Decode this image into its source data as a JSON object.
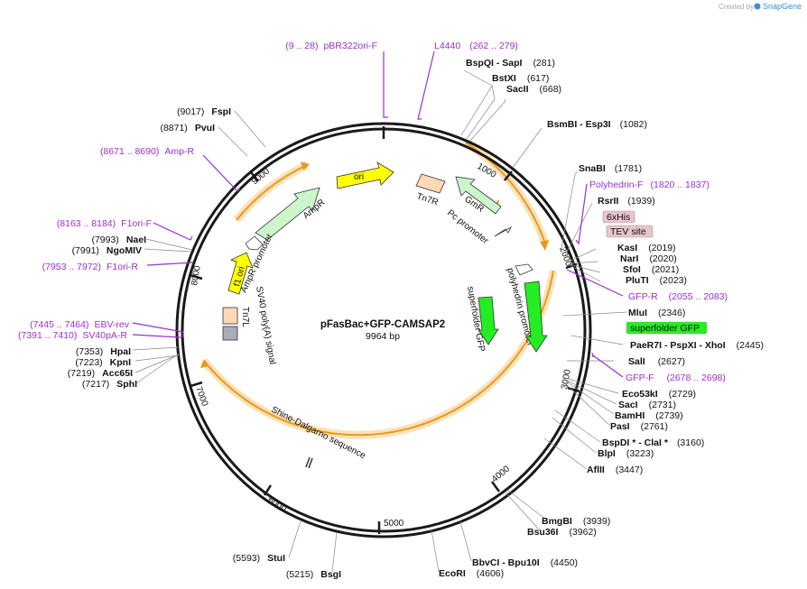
{
  "header": {
    "credit_prefix": "Created by",
    "credit_brand": "SnapGene"
  },
  "plasmid": {
    "name": "pFasBac+GFP-CAMSAP2",
    "length": "9964 bp",
    "length_bp": 9964
  },
  "ticks": [
    "1000",
    "2000",
    "3000",
    "4000",
    "5000",
    "6000",
    "7000",
    "8000",
    "9000"
  ],
  "enzymes": [
    {
      "name": "BspQI - SapI",
      "pos": "(281)"
    },
    {
      "name": "BstXI",
      "pos": "(617)"
    },
    {
      "name": "SacII",
      "pos": "(668)"
    },
    {
      "name": "BsmBI - Esp3I",
      "pos": "(1082)"
    },
    {
      "name": "SnaBI",
      "pos": "(1781)"
    },
    {
      "name": "RsrII",
      "pos": "(1939)"
    },
    {
      "name": "KasI",
      "pos": "(2019)"
    },
    {
      "name": "NarI",
      "pos": "(2020)"
    },
    {
      "name": "SfoI",
      "pos": "(2021)"
    },
    {
      "name": "PluTI",
      "pos": "(2023)"
    },
    {
      "name": "MluI",
      "pos": "(2346)"
    },
    {
      "name": "PaeR7I - PspXI - XhoI",
      "pos": "(2445)"
    },
    {
      "name": "SalI",
      "pos": "(2627)"
    },
    {
      "name": "Eco53kI",
      "pos": "(2729)"
    },
    {
      "name": "SacI",
      "pos": "(2731)"
    },
    {
      "name": "BamHI",
      "pos": "(2739)"
    },
    {
      "name": "PasI",
      "pos": "(2761)"
    },
    {
      "name": "BspDI * - ClaI *",
      "pos": "(3160)"
    },
    {
      "name": "BlpI",
      "pos": "(3223)"
    },
    {
      "name": "AflII",
      "pos": "(3447)"
    },
    {
      "name": "BmgBI",
      "pos": "(3939)"
    },
    {
      "name": "Bsu36I",
      "pos": "(3962)"
    },
    {
      "name": "BbvCI - Bpu10I",
      "pos": "(4450)"
    },
    {
      "name": "EcoRI",
      "pos": "(4606)"
    },
    {
      "name": "BsgI",
      "pos": "(5215)"
    },
    {
      "name": "StuI",
      "pos": "(5593)"
    },
    {
      "name": "SphI",
      "pos": "(7217)"
    },
    {
      "name": "Acc65I",
      "pos": "(7219)"
    },
    {
      "name": "KpnI",
      "pos": "(7223)"
    },
    {
      "name": "HpaI",
      "pos": "(7353)"
    },
    {
      "name": "NgoMIV",
      "pos": "(7991)"
    },
    {
      "name": "NaeI",
      "pos": "(7993)"
    },
    {
      "name": "PvuI",
      "pos": "(8871)"
    },
    {
      "name": "FspI",
      "pos": "(9017)"
    }
  ],
  "primers": [
    {
      "name": "pBR322ori-F",
      "range": "(9 .. 28)"
    },
    {
      "name": "L4440",
      "range": "(262 .. 279)"
    },
    {
      "name": "Polyhedrin-F",
      "range": "(1820 .. 1837)"
    },
    {
      "name": "GFP-R",
      "range": "(2055 .. 2083)"
    },
    {
      "name": "GFP-F",
      "range": "(2678 .. 2698)"
    },
    {
      "name": "Amp-R",
      "range": "(8671 .. 8690)"
    },
    {
      "name": "F1ori-F",
      "range": "(8163 .. 8184)"
    },
    {
      "name": "F1ori-R",
      "range": "(7953 .. 7972)"
    },
    {
      "name": "EBV-rev",
      "range": "(7445 .. 7464)"
    },
    {
      "name": "SV40pA-R",
      "range": "(7391 .. 7410)"
    }
  ],
  "boxed_labels": [
    {
      "name": "6xHis",
      "color": "#e8c4cc"
    },
    {
      "name": "TEV site",
      "color": "#e8c4cc"
    },
    {
      "name": "superfolder GFP",
      "color": "#22ee22"
    }
  ],
  "features": [
    {
      "name": "ori",
      "color": "#ffff00"
    },
    {
      "name": "Tn7R",
      "color": "#fdd9b5"
    },
    {
      "name": "GmR",
      "color": "#ccf5cc"
    },
    {
      "name": "Pc promoter",
      "color": "#ffffff"
    },
    {
      "name": "polyhedrin promoter",
      "color": "#ffffff"
    },
    {
      "name": "superfolder GFP",
      "color": "#22ee22"
    },
    {
      "name": "AmpR",
      "color": "#ccf5cc"
    },
    {
      "name": "AmpR promoter",
      "color": "#ffffff"
    },
    {
      "name": "f1 ori",
      "color": "#ffff00"
    },
    {
      "name": "SV40 poly(A) signal",
      "color": "#ffffff"
    },
    {
      "name": "Tn7L",
      "color": "#fdd9b5"
    },
    {
      "name": "Shine-Dalgarno sequence",
      "color": "#ffffff"
    }
  ],
  "colors": {
    "primer": "#9b30d0",
    "orf": "#f0a020",
    "backbone": "#1a1a1a"
  }
}
